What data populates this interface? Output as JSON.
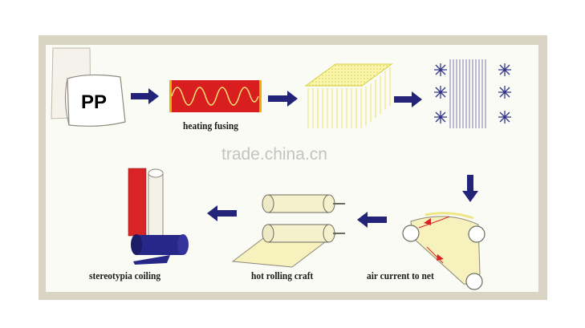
{
  "diagram": {
    "pp_label": "PP",
    "watermark": "trade.china.cn",
    "steps": {
      "heating_fusing": "heating fusing",
      "air_current_to_net": "air current to net",
      "hot_rolling_craft": "hot rolling craft",
      "stereotypia_coiling": "stereotypia coiling"
    },
    "colors": {
      "arrow": "#23237a",
      "heater": "#d81e1e",
      "fiber": "#f4ee7a",
      "roller_red": "#d82424",
      "roll_blue": "#27278a",
      "web": "#f7f2bd"
    }
  }
}
